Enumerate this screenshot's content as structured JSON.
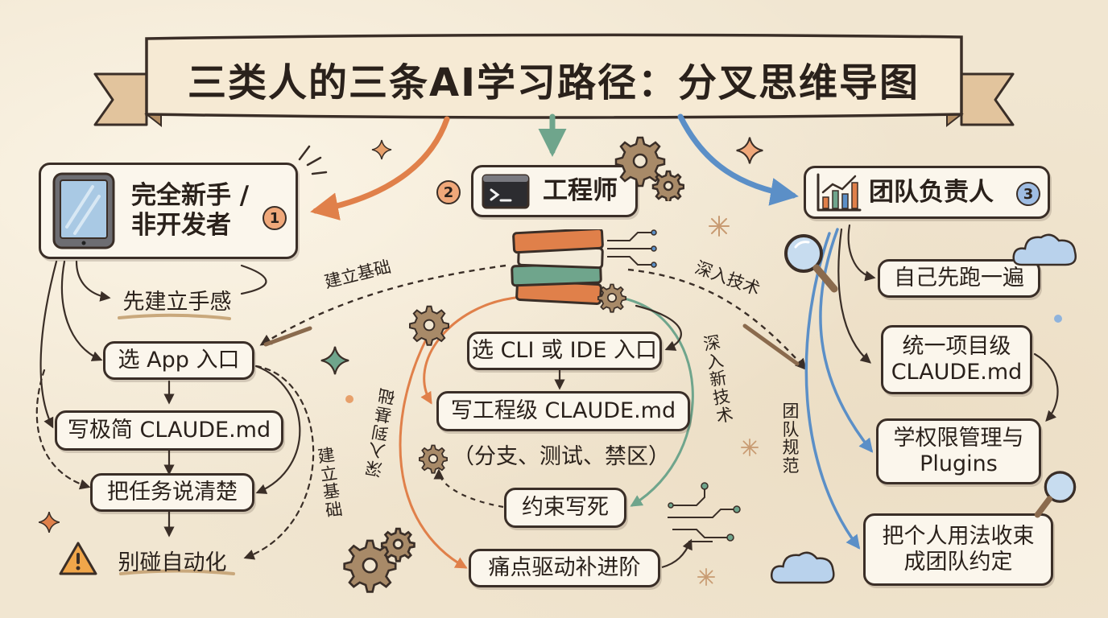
{
  "title": "三类人的三条AI学习路径：分叉思维导图",
  "branches": {
    "novice": {
      "header": [
        "完全新手 /",
        "非开发者"
      ],
      "badge": "1",
      "steps": [
        "先建立手感",
        "选 App 入口",
        "写极简 CLAUDE.md",
        "把任务说清楚",
        "别碰自动化"
      ]
    },
    "engineer": {
      "header": "工程师",
      "badge": "2",
      "steps": [
        "选 CLI 或 IDE 入口",
        "写工程级 CLAUDE.md",
        "（分支、测试、禁区）",
        "约束写死",
        "痛点驱动补进阶"
      ]
    },
    "lead": {
      "header": "团队负责人",
      "badge": "3",
      "steps": [
        "自己先跑一遍",
        [
          "统一项目级",
          "CLAUDE.md"
        ],
        [
          "学权限管理与",
          "Plugins"
        ],
        [
          "把个人用法收束",
          "成团队约定"
        ]
      ]
    }
  },
  "edge_labels": {
    "foundation_left": "建立基础",
    "deep_tech": "深入技术",
    "foundation_right": "建立基础",
    "deep_to_foundation": "深入到基础",
    "deep_new_tech": "深入新技术",
    "team_norms": "团队规范"
  },
  "colors": {
    "ink": "#3a2e27",
    "orange": "#e0804a",
    "green": "#6fa58c",
    "blue": "#5b8fc7",
    "paper": "#fbf6ec"
  },
  "icons": [
    "tablet-icon",
    "terminal-icon",
    "chart-icon",
    "books-icon",
    "gear-icon",
    "warning-icon",
    "magnifier-icon",
    "cloud-icon",
    "circuit-icon",
    "sparkle-icon"
  ]
}
